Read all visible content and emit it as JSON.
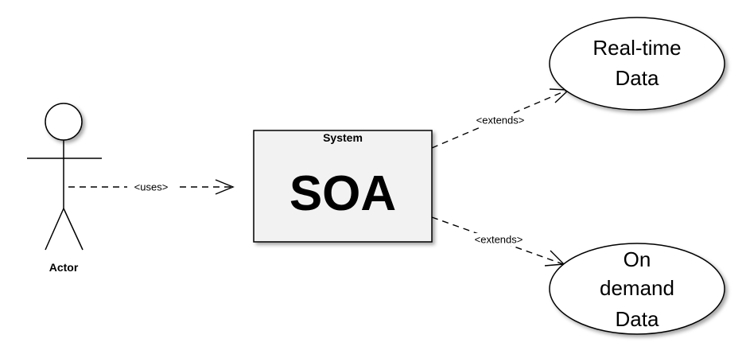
{
  "actor": {
    "label": "Actor"
  },
  "system": {
    "title": "System",
    "name": "SOA"
  },
  "edges": {
    "uses": "<uses>",
    "extends_realtime": "<extends>",
    "extends_ondemand": "<extends>"
  },
  "use_cases": {
    "realtime": {
      "line1": "Real-time",
      "line2": "Data"
    },
    "ondemand": {
      "line1": "On",
      "line2": "demand",
      "line3": "Data"
    }
  }
}
